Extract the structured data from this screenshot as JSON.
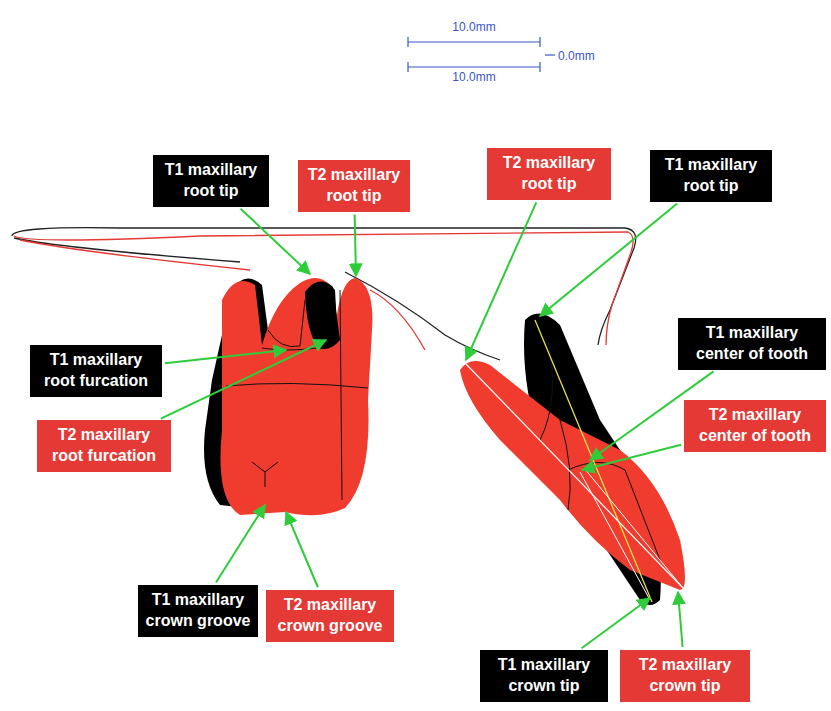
{
  "diagram": {
    "nodes": [
      {
        "text": [
          "T1 maxillary root tip"
        ]
      },
      {
        "text": [
          "T2 maxillary root tip"
        ]
      },
      {
        "text": [
          "T2 maxillary root tip"
        ]
      },
      {
        "text": [
          "T1 maxillary root tip"
        ]
      },
      {
        "text": [
          "T1 maxillary root furcation"
        ]
      },
      {
        "text": [
          "T1 maxillary center of tooth"
        ]
      },
      {
        "text": [
          "T2 maxillary root furcation"
        ]
      },
      {
        "text": [
          "T2 maxillary center of tooth"
        ]
      },
      {
        "text": [
          "T1 maxillary crown groove"
        ]
      },
      {
        "text": [
          "T2 maxillary crown groove"
        ]
      },
      {
        "text": [
          "T1 maxillary crown tip"
        ]
      },
      {
        "text": [
          "T2 maxillary crown tip"
        ]
      }
    ],
    "labels": [
      "10.0mm",
      "0.0mm",
      "10.0mm"
    ]
  }
}
